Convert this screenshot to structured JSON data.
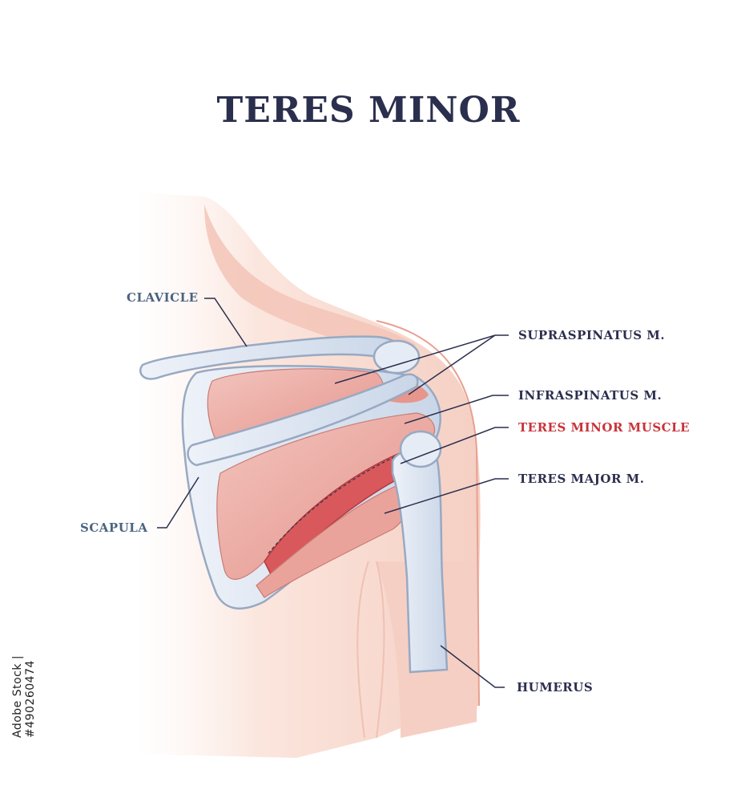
{
  "title": "TERES MINOR",
  "labels": {
    "clavicle": "CLAVICLE",
    "scapula": "SCAPULA",
    "supraspinatus": "SUPRASPINATUS M.",
    "infraspinatus": "INFRASPINATUS M.",
    "teres_minor": "TERES MINOR MUSCLE",
    "teres_major": "TERES MAJOR M.",
    "humerus": "HUMERUS"
  },
  "stock_id": "Adobe Stock | #490260474",
  "colors": {
    "title": "#2b2f4e",
    "label_blue": "#4a6480",
    "label_dark": "#2b2f4e",
    "label_highlight": "#c8333a",
    "bone": "#dbe4f1",
    "muscle": "#e9a39d",
    "skin": "#f6d6cc"
  }
}
